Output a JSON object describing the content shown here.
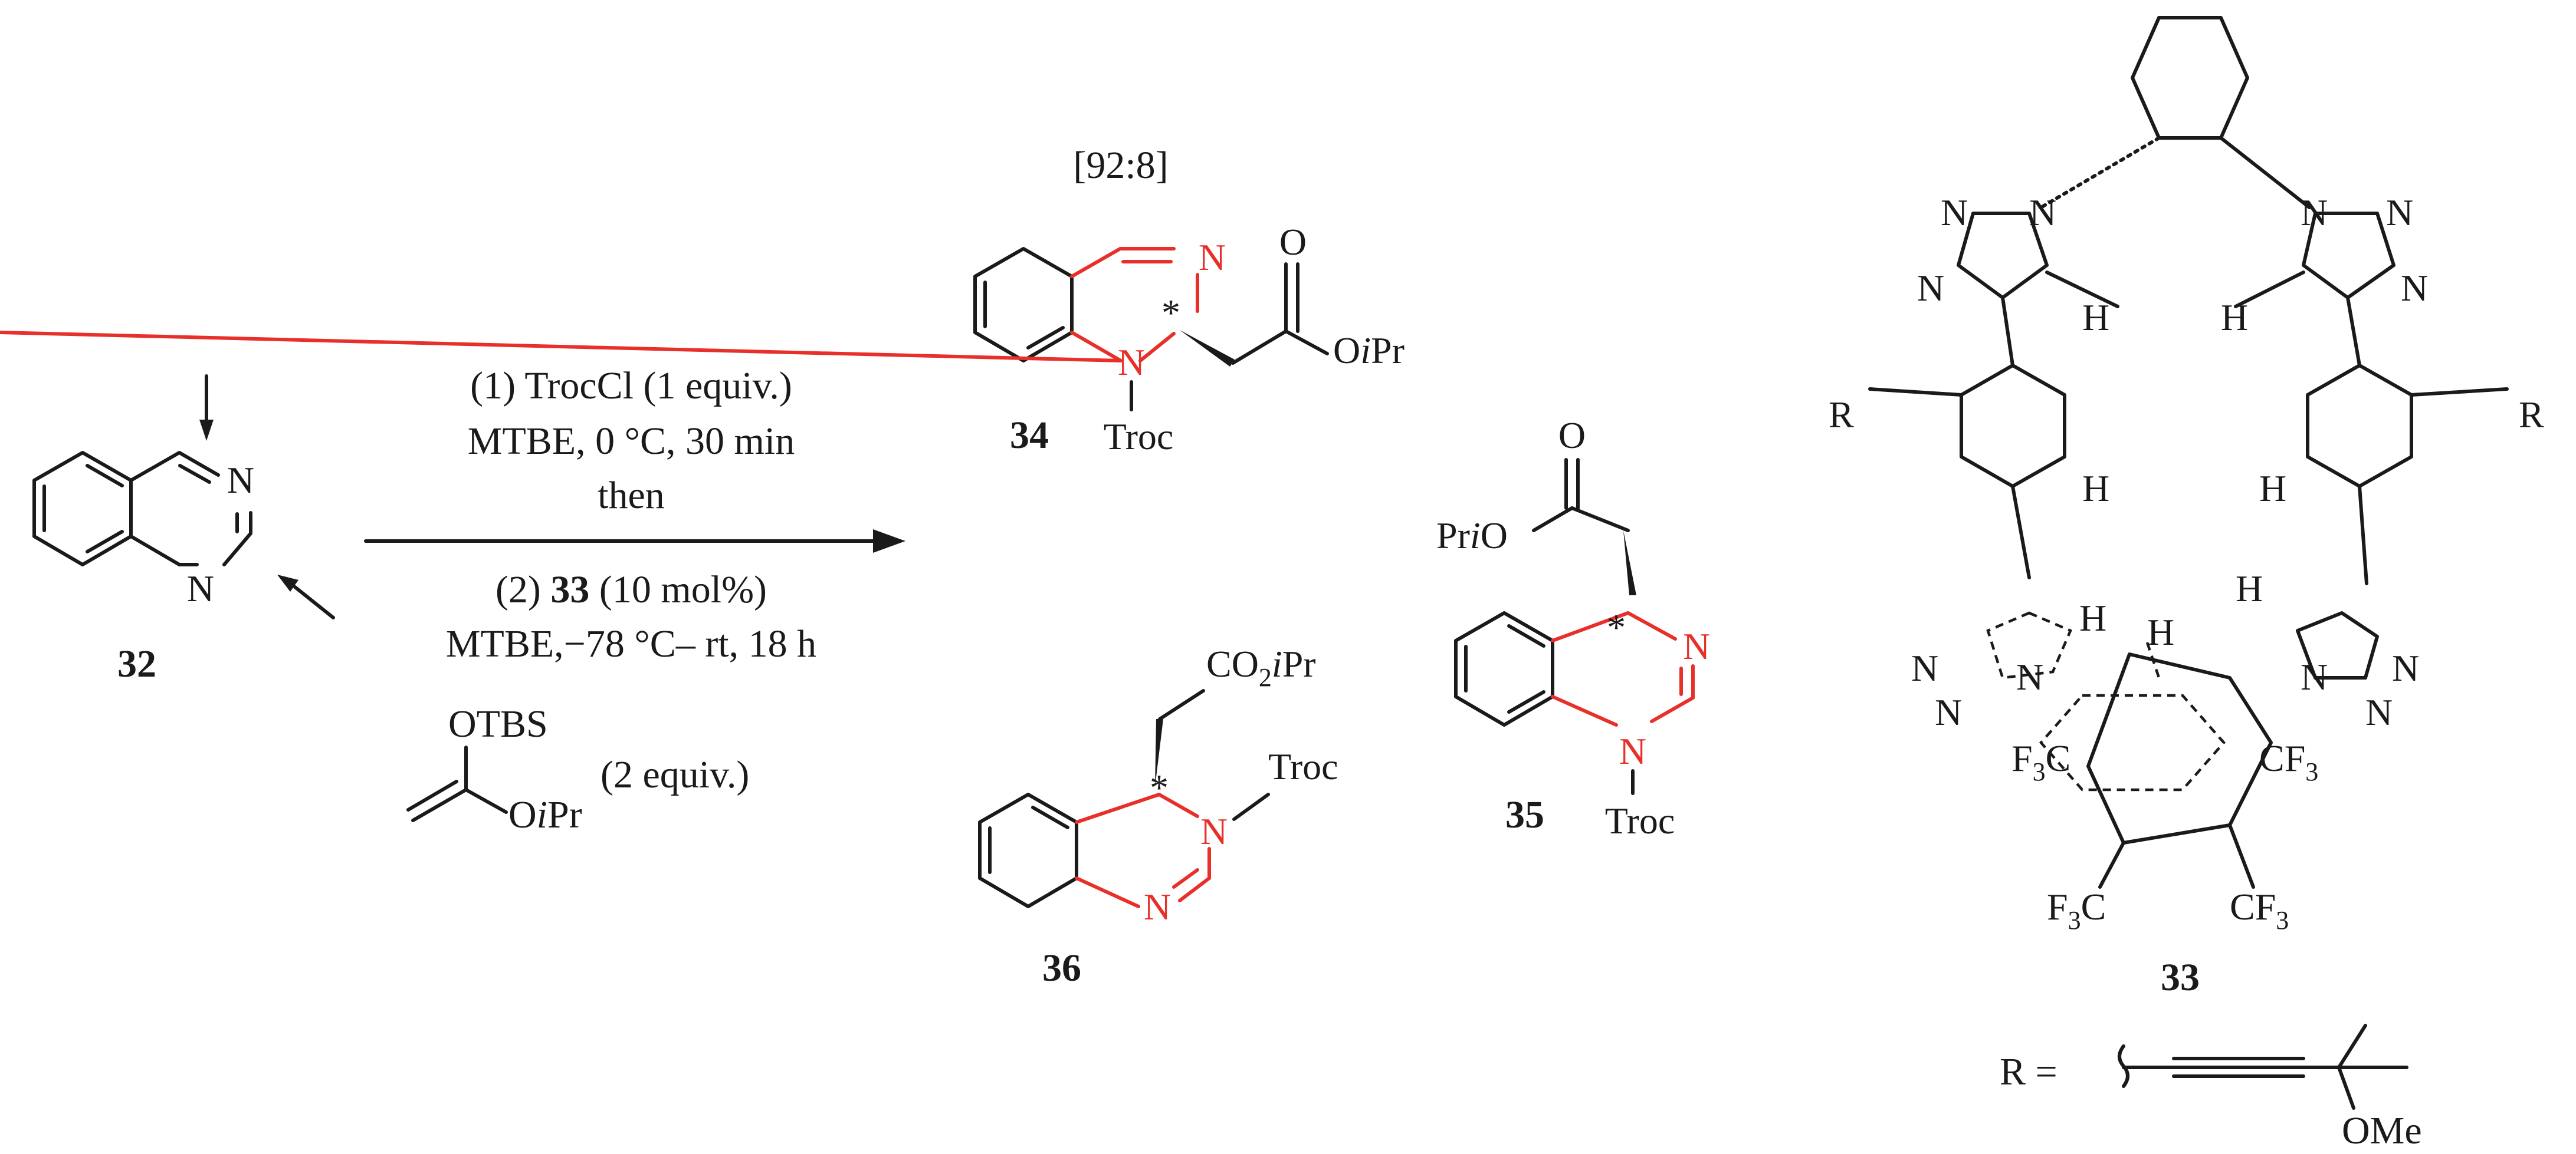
{
  "compounds": {
    "c32": "32",
    "c33": "33",
    "c34": "34",
    "c35": "35",
    "c36": "36"
  },
  "conditions": {
    "line1": "(1) TrocCl (1 equiv.)",
    "line2": "MTBE, 0 °C, 30 min",
    "line3": "then",
    "line4_num": "(2) ",
    "line4_cat": "33",
    "line4_rest": " (10 mol%)",
    "line5": "MTBE,−78 °C– rt, 18 h",
    "reagent_top": "OTBS",
    "reagent_bottom": "O",
    "reagent_iso": "i",
    "reagent_pr": "Pr",
    "reagent_equiv": "(2 equiv.)"
  },
  "ratio": "[92:8]",
  "atoms": {
    "N": "N",
    "H": "H",
    "O": "O",
    "R": "R",
    "troc": "Troc",
    "star": "*",
    "CO2": "CO",
    "sub2": "2",
    "iso": "i",
    "pr": "Pr",
    "pri_pr": "Pr",
    "pri_o": "O",
    "F": "F",
    "sub3": "3",
    "C": "C",
    "CF": "CF"
  },
  "r_definition": {
    "label": "R =",
    "ome": "OMe"
  },
  "colors": {
    "bond": "#1a1a1a",
    "highlight": "#e8302a"
  }
}
